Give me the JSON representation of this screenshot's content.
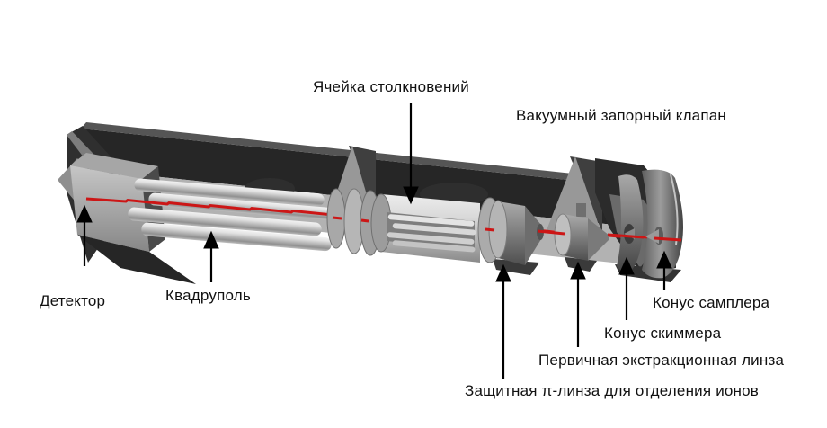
{
  "diagram": {
    "type": "icp-ms-mass-spectrometer-cutaway",
    "labels": {
      "collision_cell": "Ячейка столкновений",
      "vacuum_valve": "Вакуумный запорный клапан",
      "detector": "Детектор",
      "quadrupole": "Квадруполь",
      "sampler_cone": "Конус самплера",
      "skimmer_cone": "Конус скиммера",
      "extraction_lens": "Первичная экстракционная линза",
      "pi_lens": "Защитная π-линза для отделения ионов"
    },
    "colors": {
      "ion_beam": "#cc1616",
      "arrow": "#000000",
      "housing_dark": "#262626",
      "metal_light": "#c9c9c9",
      "background": "#ffffff",
      "label_text": "#111111"
    }
  }
}
